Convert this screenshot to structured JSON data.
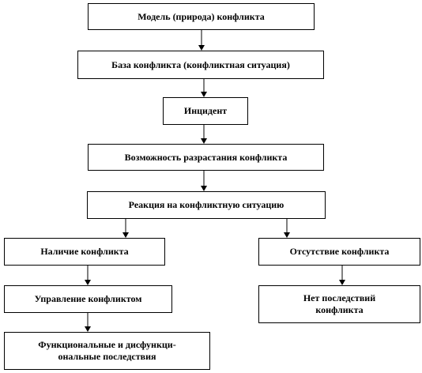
{
  "diagram": {
    "nodes": {
      "model": "Модель (природа) конфликта",
      "base": "База конфликта (конфликтная ситуация)",
      "incident": "Инцидент",
      "growth": "Возможность разрастания конфликта",
      "reaction": "Реакция на конфликтную  ситуацию",
      "presence": "Наличие конфликта",
      "absence": "Отсутствие конфликта",
      "manage": "Управление конфликтом",
      "no_effects": "Нет последствий\nконфликта",
      "effects": "Функциональные и дисфункци-\nональные последствия"
    },
    "edges": [
      [
        "model",
        "base"
      ],
      [
        "base",
        "incident"
      ],
      [
        "incident",
        "growth"
      ],
      [
        "growth",
        "reaction"
      ],
      [
        "reaction",
        "presence"
      ],
      [
        "reaction",
        "absence"
      ],
      [
        "presence",
        "manage"
      ],
      [
        "absence",
        "no_effects"
      ],
      [
        "manage",
        "effects"
      ]
    ],
    "colors": {
      "line": "#000000",
      "box_fill": "#ffffff",
      "text": "#000000"
    }
  }
}
